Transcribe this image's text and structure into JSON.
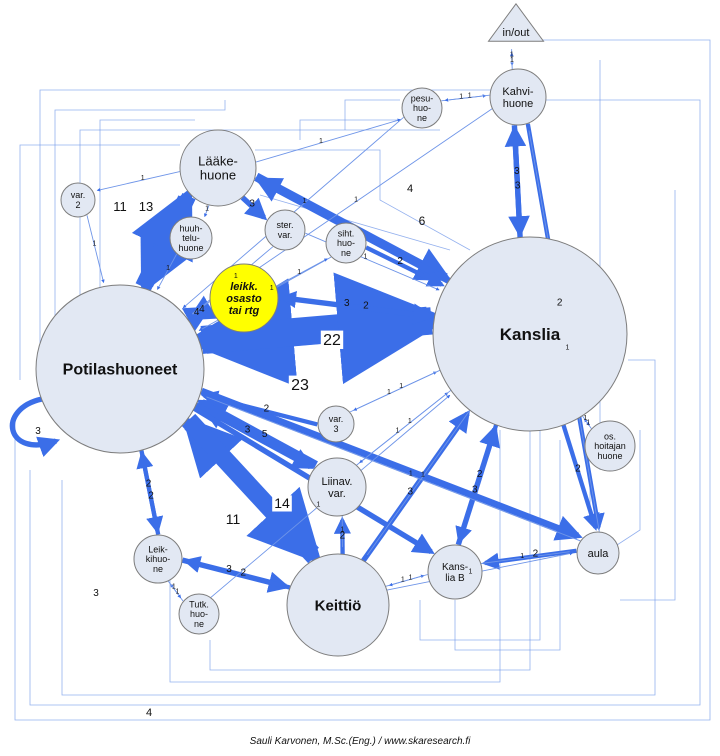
{
  "diagram": {
    "colors": {
      "node_fill": "#e2e8f3",
      "node_stroke": "#7d7d7d",
      "highlight_fill": "#ffff00",
      "edge": "#3b6ee8",
      "edge_thin": "#6f95e8"
    },
    "nodes": [
      {
        "id": "inout",
        "label": "in/out",
        "shape": "triangle"
      },
      {
        "id": "kahvihuone",
        "label": "Kahvi-\nhuone"
      },
      {
        "id": "pesuhuone",
        "label": "pesu-\nhuo-\nne"
      },
      {
        "id": "laakehuone",
        "label": "Lääke-\nhuone"
      },
      {
        "id": "var2",
        "label": "var.\n2"
      },
      {
        "id": "huuhteluhuone",
        "label": "huuh-\ntelu-\nhuone"
      },
      {
        "id": "stervar",
        "label": "ster.\nvar."
      },
      {
        "id": "sihthuone",
        "label": "siht.\nhuo-\nne"
      },
      {
        "id": "leikkosasto",
        "label": "leikk.\nosasto\ntai rtg",
        "highlight": true
      },
      {
        "id": "kanslia",
        "label": "Kanslia"
      },
      {
        "id": "potilashuoneet",
        "label": "Potilashuoneet"
      },
      {
        "id": "var3",
        "label": "var.\n3"
      },
      {
        "id": "oshoitajanhuone",
        "label": "os.\nhoitajan\nhuone"
      },
      {
        "id": "liinavvar",
        "label": "Liinav.\nvar."
      },
      {
        "id": "leikkihuone",
        "label": "Leik-\nkihuo-\nne"
      },
      {
        "id": "tutkhuone",
        "label": "Tutk.\nhuo-\nne"
      },
      {
        "id": "keittio",
        "label": "Keittiö"
      },
      {
        "id": "kansliab",
        "label": "Kans-\nlia B"
      },
      {
        "id": "aula",
        "label": "aula"
      }
    ],
    "edges": [
      {
        "from": "kanslia",
        "to": "potilashuoneet",
        "weight": 22,
        "label": "22"
      },
      {
        "from": "potilashuoneet",
        "to": "kanslia",
        "weight": 23,
        "label": "23"
      },
      {
        "from": "keittio",
        "to": "potilashuoneet",
        "weight": 11,
        "label": "11"
      },
      {
        "from": "potilashuoneet",
        "to": "keittio",
        "weight": 14,
        "label": "14"
      },
      {
        "from": "laakehuone",
        "to": "potilashuoneet",
        "weight": 11,
        "label": "11"
      },
      {
        "from": "potilashuoneet",
        "to": "laakehuone",
        "weight": 13,
        "label": "13"
      },
      {
        "from": "laakehuone",
        "to": "kanslia",
        "weight": 6,
        "label": "6"
      },
      {
        "from": "kanslia",
        "to": "laakehuone",
        "weight": 4,
        "label": "4"
      },
      {
        "from": "leikkosasto",
        "to": "potilashuoneet",
        "weight": 4,
        "label": "4"
      },
      {
        "from": "potilashuoneet",
        "to": "leikkosasto",
        "weight": 4,
        "label": "4"
      },
      {
        "from": "liinavvar",
        "to": "potilashuoneet",
        "weight": 5,
        "label": "5"
      },
      {
        "from": "potilashuoneet",
        "to": "liinavvar",
        "weight": 3,
        "label": "3"
      },
      {
        "from": "kahvihuone",
        "to": "kanslia",
        "weight": 3,
        "label": "3"
      },
      {
        "from": "kanslia",
        "to": "kahvihuone",
        "weight": 3,
        "label": "3"
      },
      {
        "from": "laakehuone",
        "to": "stervar",
        "weight": 3,
        "label": "3"
      },
      {
        "from": "sihthuone",
        "to": "kanslia",
        "weight": 2,
        "label": "2"
      },
      {
        "from": "kanslia",
        "to": "leikkosasto",
        "weight": 2,
        "label": "2"
      },
      {
        "from": "leikkosasto",
        "to": "kanslia",
        "weight": 3,
        "label": "3"
      },
      {
        "from": "var3",
        "to": "potilashuoneet",
        "weight": 2,
        "label": "2"
      },
      {
        "from": "kanslia",
        "to": "kansliab",
        "weight": 2,
        "label": "2"
      },
      {
        "from": "kansliab",
        "to": "kanslia",
        "weight": 3,
        "label": "3"
      },
      {
        "from": "kanslia",
        "to": "aula",
        "weight": 2,
        "label": "2"
      },
      {
        "from": "keittio",
        "to": "kanslia",
        "weight": 3,
        "label": "3"
      },
      {
        "from": "leikkihuone",
        "to": "keittio",
        "weight": 3,
        "label": "3"
      },
      {
        "from": "keittio",
        "to": "leikkihuone",
        "weight": 2,
        "label": "2"
      },
      {
        "from": "potilashuoneet",
        "to": "leikkihuone",
        "weight": 2,
        "label": "2"
      },
      {
        "from": "leikkihuone",
        "to": "potilashuoneet",
        "weight": 2,
        "label": "2"
      },
      {
        "from": "keittio",
        "to": "liinavvar",
        "weight": 2,
        "label": "2"
      },
      {
        "from": "kahvihuone",
        "to": "aula",
        "weight": 2,
        "label": "2"
      },
      {
        "from": "aula",
        "to": "kansliab",
        "weight": 2,
        "label": "2"
      },
      {
        "from": "potilashuoneet",
        "to": "potilashuoneet",
        "weight": 3,
        "label": "3"
      },
      {
        "from": "potilashuoneet",
        "to": "aula",
        "weight": 4,
        "label": "4"
      },
      {
        "from": "potilashuoneet",
        "to": "kansliab",
        "weight": 3,
        "label": "3"
      },
      {
        "from": "tutkhuone",
        "to": "leikkihuone",
        "weight": 1,
        "label": "1"
      },
      {
        "from": "leikkihuone",
        "to": "tutkhuone",
        "weight": 1,
        "label": "1"
      },
      {
        "from": "keittio",
        "to": "kansliab",
        "weight": 1,
        "label": "1"
      },
      {
        "from": "kansliab",
        "to": "keittio",
        "weight": 1,
        "label": "1"
      },
      {
        "from": "kansliab",
        "to": "aula",
        "weight": 1,
        "label": "1"
      },
      {
        "from": "aula",
        "to": "kahvihuone",
        "weight": 1,
        "label": "1"
      },
      {
        "from": "inout",
        "to": "kahvihuone",
        "weight": 1,
        "label": "1"
      },
      {
        "from": "kahvihuone",
        "to": "inout",
        "weight": 1,
        "label": "1"
      },
      {
        "from": "pesuhuone",
        "to": "kahvihuone",
        "weight": 1,
        "label": "1"
      },
      {
        "from": "kahvihuone",
        "to": "pesuhuone",
        "weight": 1,
        "label": "1"
      },
      {
        "from": "laakehuone",
        "to": "pesuhuone",
        "weight": 1,
        "label": "1"
      },
      {
        "from": "var2",
        "to": "potilashuoneet",
        "weight": 1,
        "label": "1"
      },
      {
        "from": "laakehuone",
        "to": "var2",
        "weight": 1,
        "label": "1"
      },
      {
        "from": "huuhteluhuone",
        "to": "potilashuoneet",
        "weight": 1,
        "label": "1"
      },
      {
        "from": "laakehuone",
        "to": "huuhteluhuone",
        "weight": 1,
        "label": "1"
      },
      {
        "from": "stervar",
        "to": "potilashuoneet",
        "weight": 1,
        "label": "1"
      },
      {
        "from": "stervar",
        "to": "kanslia",
        "weight": 1,
        "label": "1"
      },
      {
        "from": "sihthuone",
        "to": "potilashuoneet",
        "weight": 1,
        "label": "1"
      },
      {
        "from": "leikkosasto",
        "to": "sihthuone",
        "weight": 1,
        "label": "1"
      },
      {
        "from": "var3",
        "to": "kanslia",
        "weight": 1,
        "label": "1"
      },
      {
        "from": "oshoitajanhuone",
        "to": "kanslia",
        "weight": 1,
        "label": "1"
      },
      {
        "from": "kanslia",
        "to": "oshoitajanhuone",
        "weight": 1,
        "label": "1"
      },
      {
        "from": "liinavvar",
        "to": "kanslia",
        "weight": 1,
        "label": "1"
      },
      {
        "from": "kanslia",
        "to": "liinavvar",
        "weight": 1,
        "label": "1"
      },
      {
        "from": "liinavvar",
        "to": "keittio",
        "weight": 1,
        "label": "1"
      },
      {
        "from": "kanslia",
        "to": "keittio",
        "weight": 1,
        "label": "1"
      },
      {
        "from": "kahvihuone",
        "to": "potilashuoneet",
        "weight": 1,
        "label": "1"
      },
      {
        "from": "kanslia",
        "to": "var3",
        "weight": 1,
        "label": "1"
      },
      {
        "from": "tutkhuone",
        "to": "kanslia",
        "weight": 1,
        "label": "1"
      },
      {
        "from": "keittio",
        "to": "aula",
        "weight": 1,
        "label": "1"
      },
      {
        "from": "aula",
        "to": "potilashuoneet",
        "weight": 1,
        "label": "1"
      },
      {
        "from": "pesuhuone",
        "to": "potilashuoneet",
        "weight": 1,
        "label": "1"
      }
    ]
  },
  "footer": {
    "credit": "Sauli Karvonen, M.Sc.(Eng.) / www.skaresearch.fi"
  }
}
